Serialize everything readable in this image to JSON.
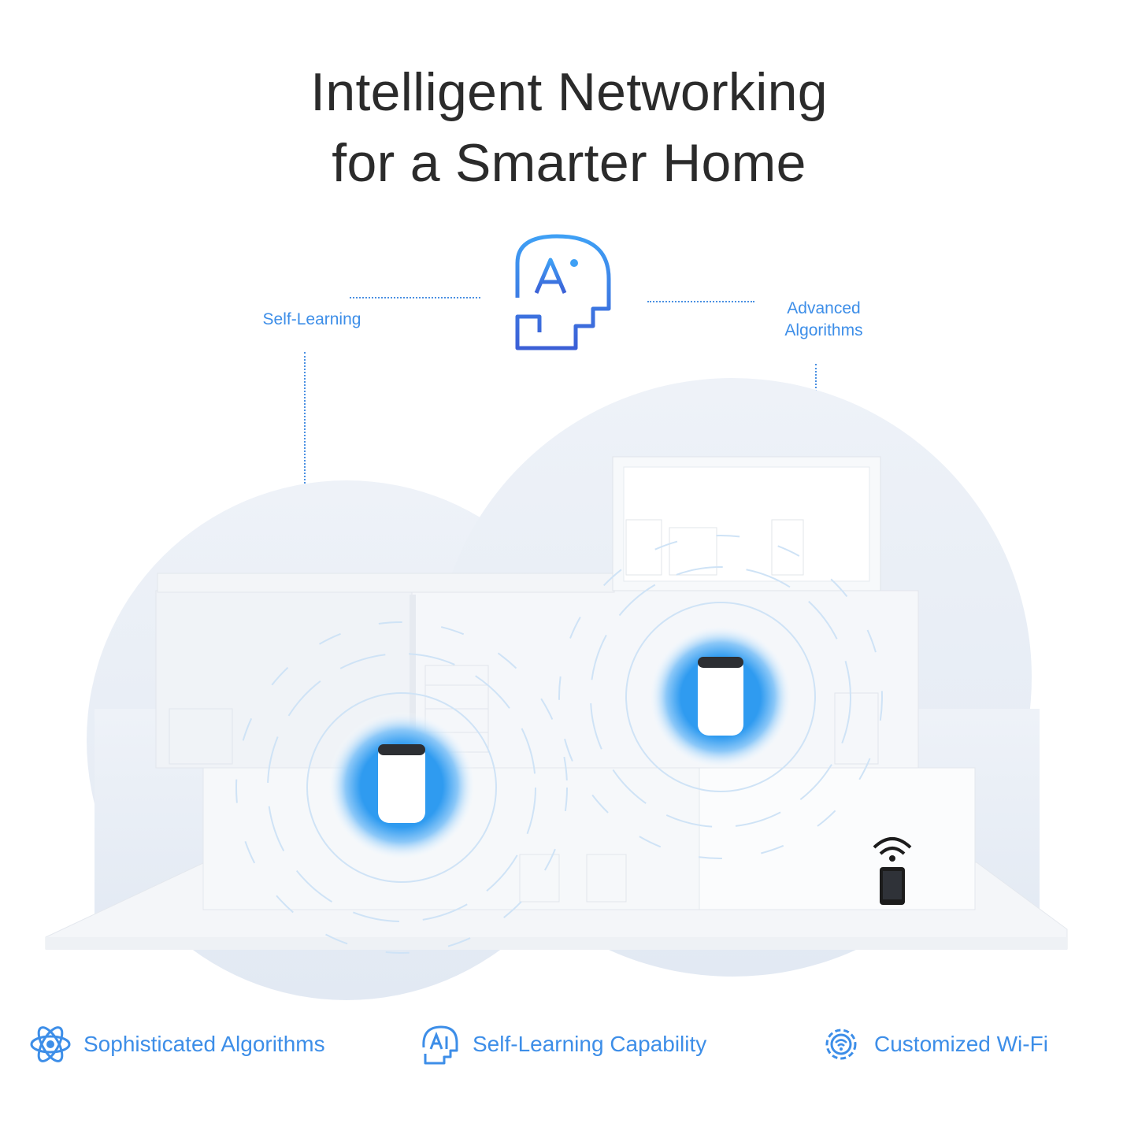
{
  "headline": {
    "line1": "Intelligent Networking",
    "line2": "for a Smarter Home"
  },
  "ai_badge": {
    "text": "A",
    "icon": "ai-head-icon"
  },
  "callouts": {
    "left": "Self-Learning",
    "right_line1": "Advanced",
    "right_line2": "Algorithms"
  },
  "features": [
    {
      "icon": "atom-icon",
      "label": "Sophisticated Algorithms"
    },
    {
      "icon": "ai-head-icon",
      "label": "Self-Learning Capability"
    },
    {
      "icon": "gear-wifi-icon",
      "label": "Customized Wi-Fi"
    }
  ],
  "colors": {
    "accent": "#3d8ee8",
    "headline": "#2b2b2b",
    "cloud": "#e8eef6",
    "glow": "#2f9bf0"
  }
}
